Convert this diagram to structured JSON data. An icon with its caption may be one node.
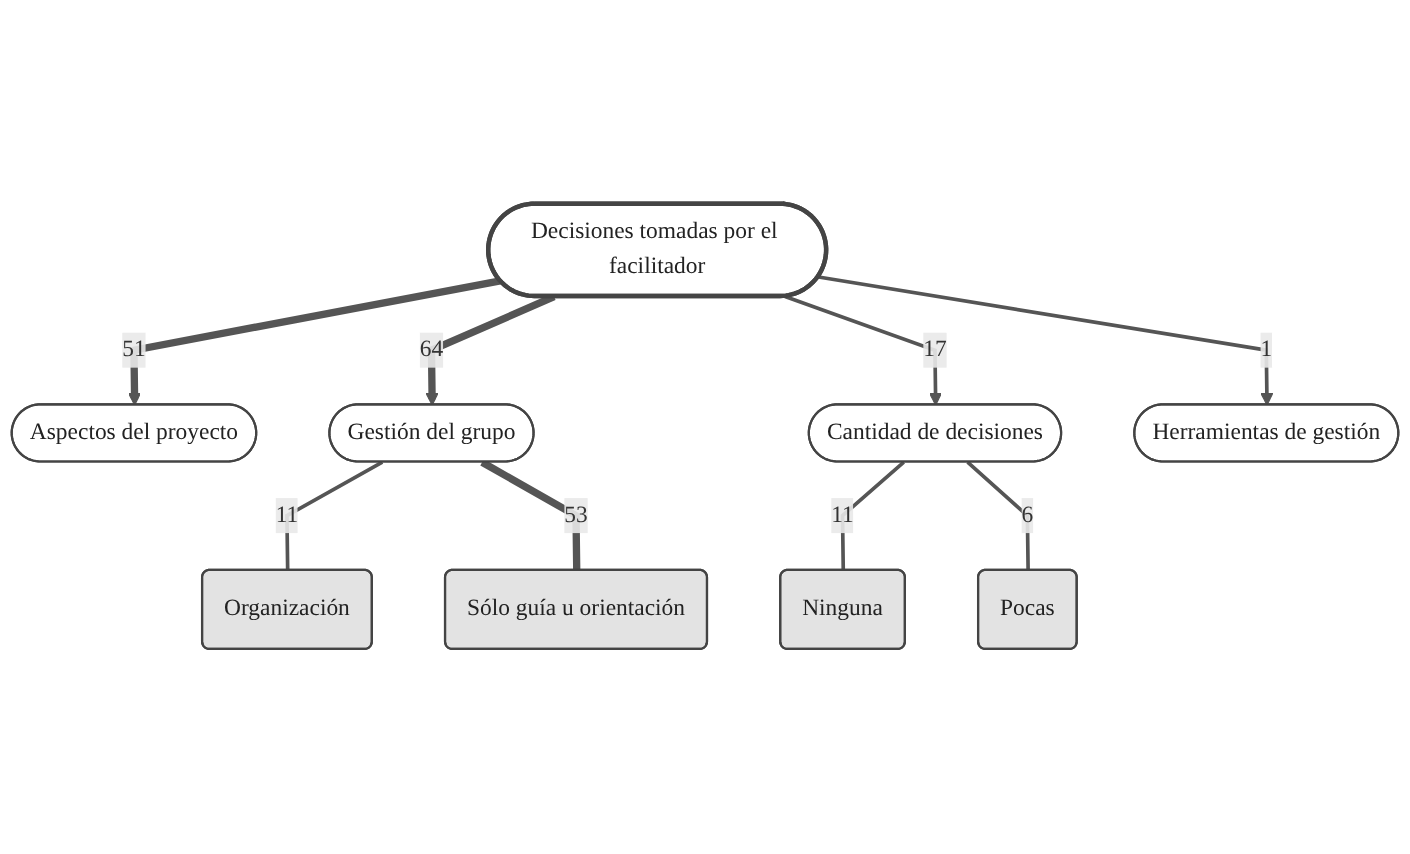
{
  "diagram": {
    "nodes": [
      {
        "text": [
          "Decisiones tomadas por el facilitador"
        ]
      },
      {
        "text": [
          "Aspectos del proyecto"
        ]
      },
      {
        "text": [
          "Gestión del grupo"
        ]
      },
      {
        "text": [
          "Cantidad de decisiones"
        ]
      },
      {
        "text": [
          "Herramientas de gestión"
        ]
      },
      {
        "text": [
          "Organización"
        ]
      },
      {
        "text": [
          "Sólo guía u orientación"
        ]
      },
      {
        "text": [
          "Ninguna"
        ]
      },
      {
        "text": [
          "Pocas"
        ]
      }
    ],
    "edges": [
      {
        "from": 0,
        "to": 1,
        "arrow": "to",
        "label": "51",
        "style": "thick"
      },
      {
        "from": 0,
        "to": 2,
        "arrow": "to",
        "label": "64",
        "style": "thick"
      },
      {
        "from": 0,
        "to": 3,
        "arrow": "to",
        "label": "17"
      },
      {
        "from": 0,
        "to": 4,
        "arrow": "to",
        "label": "1"
      },
      {
        "from": 2,
        "to": 5,
        "arrow": "none",
        "label": "11"
      },
      {
        "from": 2,
        "to": 6,
        "arrow": "none",
        "label": "53",
        "style": "thick"
      },
      {
        "from": 3,
        "to": 7,
        "arrow": "none",
        "label": "11"
      },
      {
        "from": 3,
        "to": 8,
        "arrow": "none",
        "label": "6"
      }
    ]
  }
}
